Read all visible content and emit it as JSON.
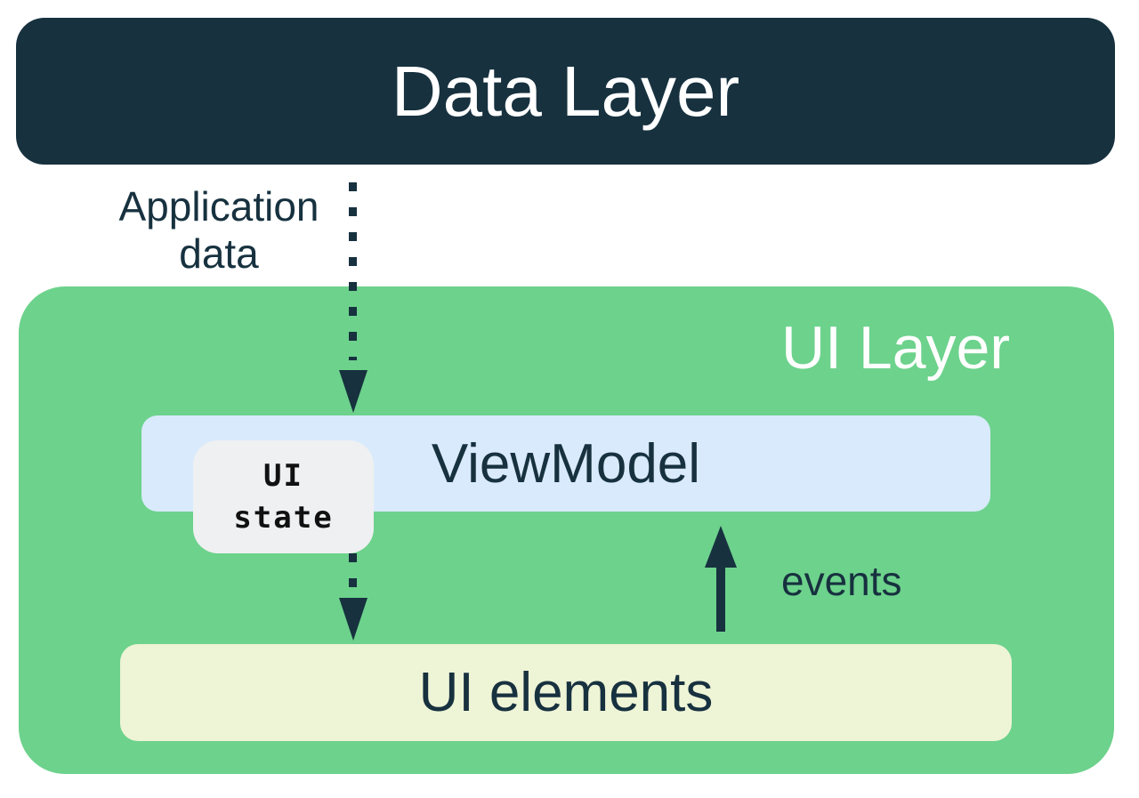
{
  "diagram": {
    "data_layer": {
      "label": "Data Layer"
    },
    "ui_layer": {
      "label": "UI Layer"
    },
    "viewmodel": {
      "label": "ViewModel"
    },
    "ui_state_badge": {
      "line1": "UI",
      "line2": "state"
    },
    "ui_elements": {
      "label": "UI elements"
    },
    "annotations": {
      "application_data_line1": "Application",
      "application_data_line2": "data",
      "events": "events"
    },
    "icons": {
      "application_data_arrow": "dashed-down-arrow",
      "ui_state_arrow": "dashed-down-arrow",
      "events_arrow": "solid-up-arrow"
    },
    "colors": {
      "navy": "#17313F",
      "green": "#6DD28C",
      "light_blue": "#D9EAFC",
      "cream": "#EEF4D6",
      "badge_gray": "#EFF0F1",
      "white": "#FFFFFF",
      "black": "#111111"
    }
  }
}
